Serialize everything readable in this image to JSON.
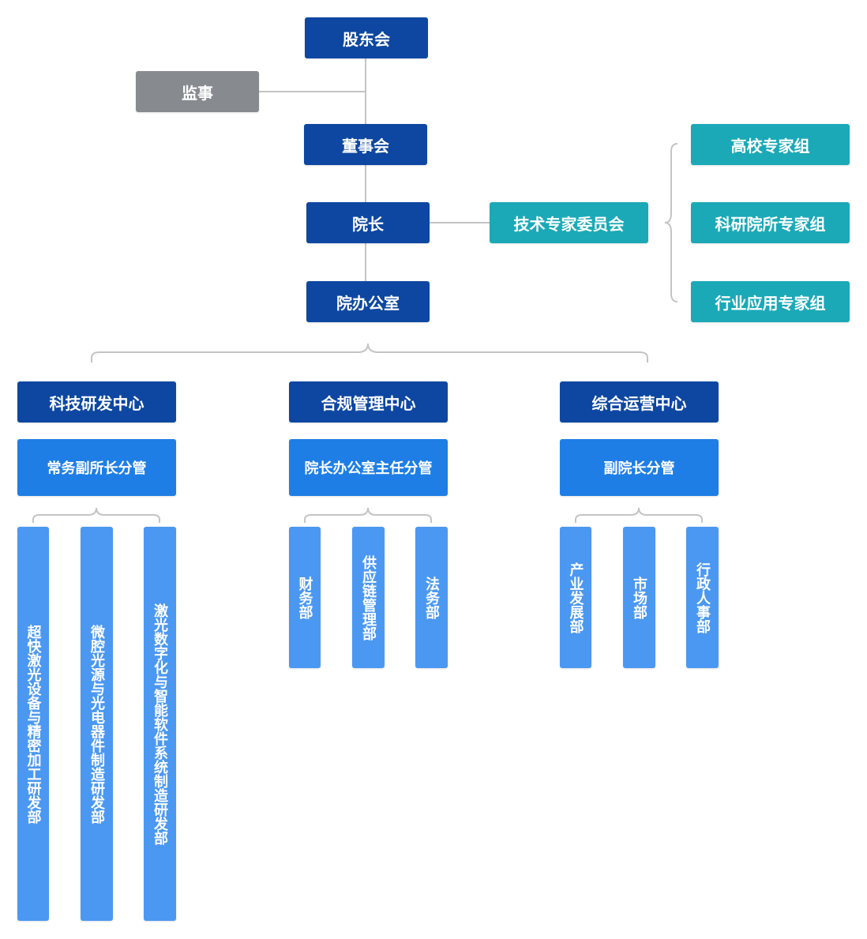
{
  "top": {
    "shareholders": "股东会",
    "supervisor": "监事",
    "board": "董事会",
    "president": "院长",
    "office": "院办公室"
  },
  "experts": {
    "committee": "技术专家委员会",
    "groups": [
      "高校专家组",
      "科研院所专家组",
      "行业应用专家组"
    ]
  },
  "centers": [
    {
      "name": "科技研发中心",
      "manager": "常务副所长分管",
      "departments": [
        "超快激光设备与精密加工研发部",
        "微腔光源与光电器件制造研发部",
        "激光数字化与智能软件系统制造研发部"
      ]
    },
    {
      "name": "合规管理中心",
      "manager": "院长办公室主任分管",
      "departments": [
        "财务部",
        "供应链管理部",
        "法务部"
      ]
    },
    {
      "name": "综合运营中心",
      "manager": "副院长分管",
      "departments": [
        "产业发展部",
        "市场部",
        "行政人事部"
      ]
    }
  ],
  "colors": {
    "dark_blue": "#0d47a1",
    "gray": "#878b8f",
    "teal": "#1ba9b7",
    "mid_blue": "#1e7ee6",
    "light_blue": "#4b98f2",
    "line": "#c4c4c4"
  }
}
